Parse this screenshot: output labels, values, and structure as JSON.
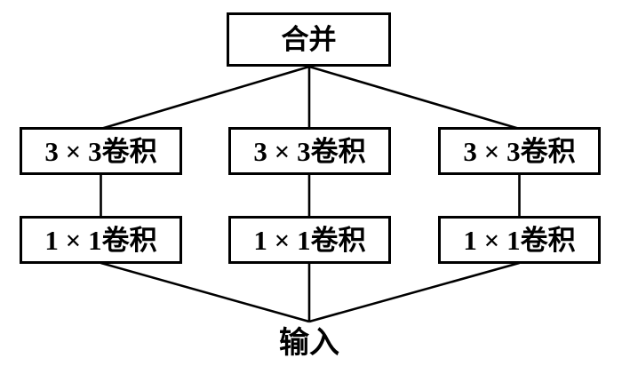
{
  "figure": {
    "type": "flow-diagram",
    "description": "Multi-branch convolution block: input feeds three parallel 1x1 conv -> 3x3 conv branches that merge at the top",
    "colors": {
      "background": "#ffffff",
      "line": "#000000",
      "box_border": "#000000",
      "box_fill": "#ffffff",
      "text": "#000000"
    },
    "merge": {
      "label": "合并"
    },
    "branches": [
      {
        "conv3x3": "3 × 3卷积",
        "conv1x1": "1 × 1卷积"
      },
      {
        "conv3x3": "3 × 3卷积",
        "conv1x1": "1 × 1卷积"
      },
      {
        "conv3x3": "3 × 3卷积",
        "conv1x1": "1 × 1卷积"
      }
    ],
    "input": {
      "label": "输入"
    }
  }
}
